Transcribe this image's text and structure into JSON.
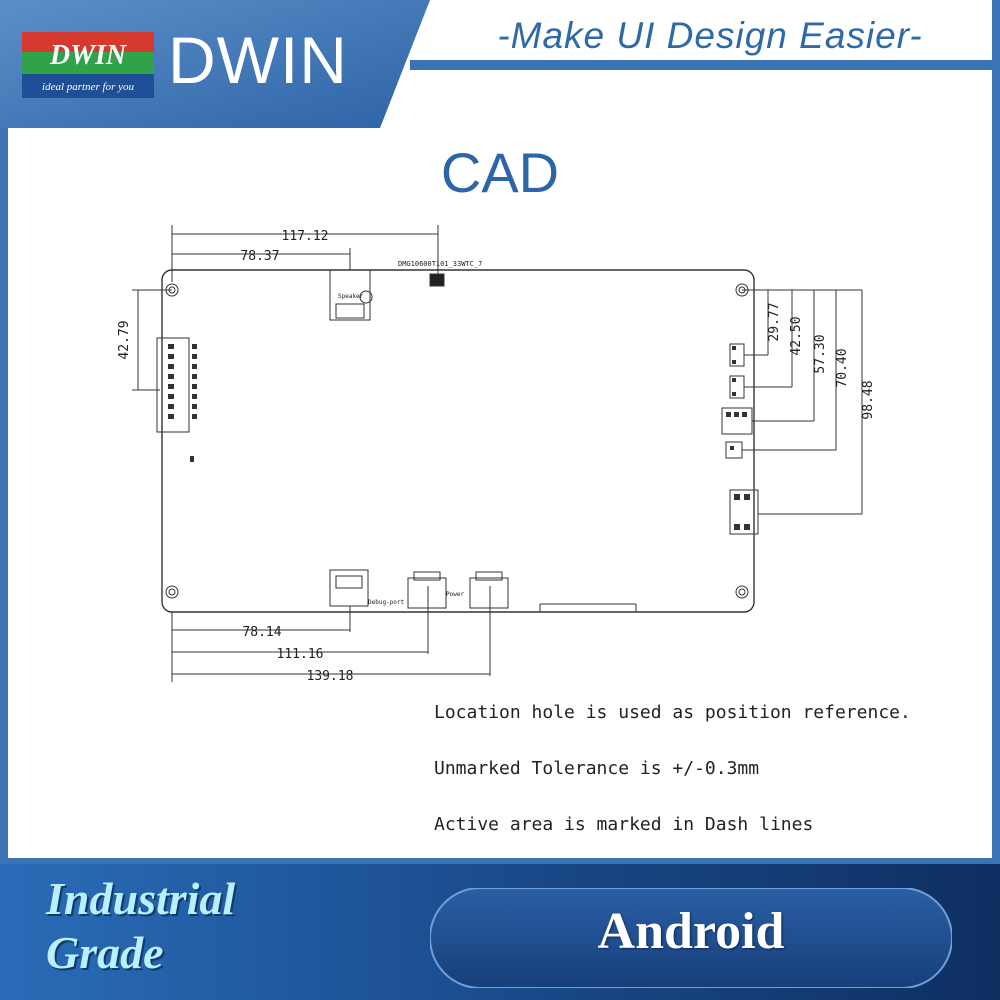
{
  "header": {
    "logo_text": "DWIN",
    "logo_tagline": "ideal partner for you",
    "brand_name": "DWIN",
    "slogan": "-Make UI Design Easier-"
  },
  "page_title": "CAD",
  "drawing": {
    "model_label": "DMG10600T101_33WTC_7",
    "dims_top": [
      "117.12",
      "78.37"
    ],
    "dim_left": "42.79",
    "dims_right": [
      "29.77",
      "42.50",
      "57.30",
      "70.40",
      "98.48"
    ],
    "dims_bottom": [
      "78.14",
      "111.16",
      "139.18"
    ],
    "connector_labels": [
      "Speaker",
      "Debug-port",
      "Power"
    ]
  },
  "notes": [
    "Location hole is used as position reference.",
    "Unmarked Tolerance is +/-0.3mm",
    "Active area is marked in Dash lines"
  ],
  "footer": {
    "left_line1": "Industrial",
    "left_line2": "Grade",
    "button_label": "Android"
  },
  "colors": {
    "brand_blue": "#2d66a8",
    "frame_blue": "#3b73b5",
    "footer_dark": "#143f7a",
    "accent_cyan": "#b8f0ff"
  }
}
